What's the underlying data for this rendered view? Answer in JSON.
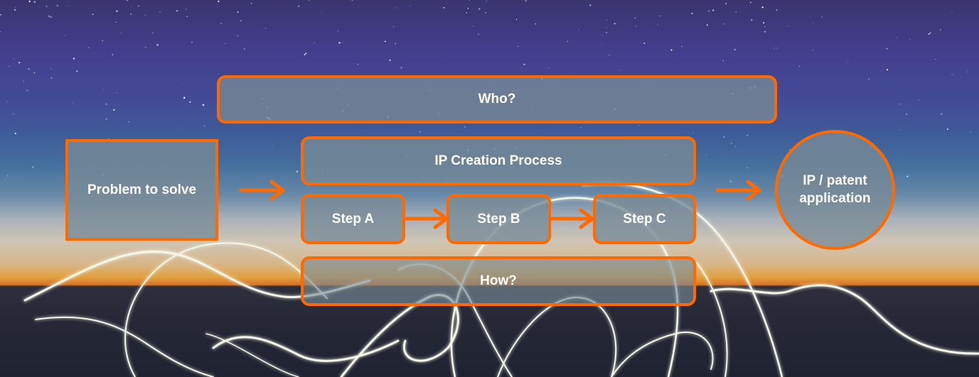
{
  "diagram": {
    "who": "Who?",
    "problem": "Problem to solve",
    "process_title": "IP Creation Process",
    "steps": [
      "Step A",
      "Step B",
      "Step C"
    ],
    "how": "How?",
    "output_line1": "IP / patent",
    "output_line2": "application"
  },
  "icons": {
    "flow_arrow": "arrow-right-icon"
  },
  "colors": {
    "accent": "#ff6a00",
    "box_fill": "#788a96",
    "text": "#ffffff"
  }
}
